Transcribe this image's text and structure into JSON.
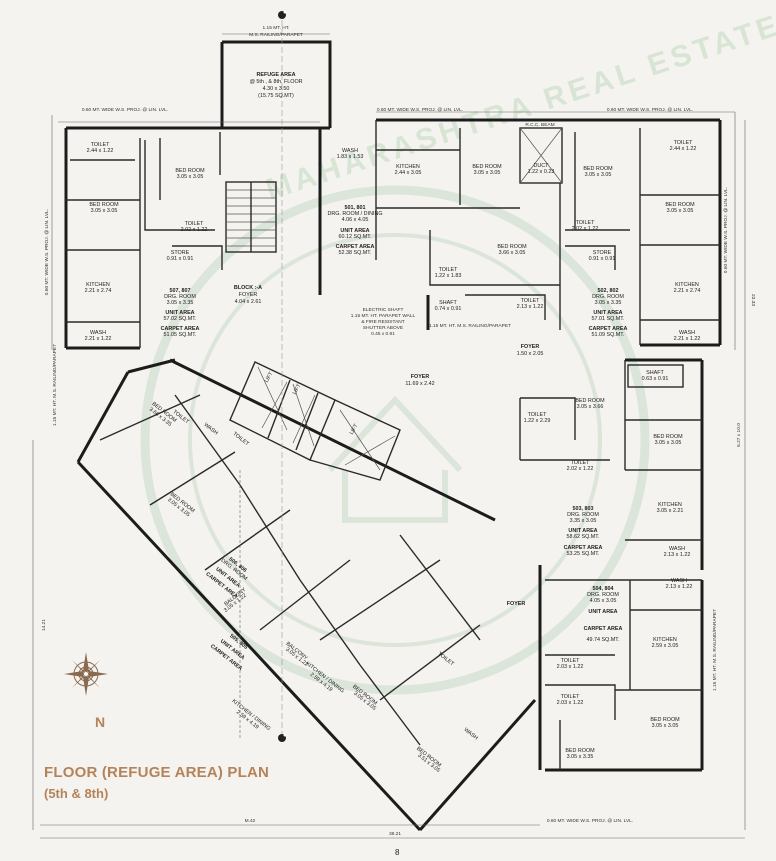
{
  "caption": {
    "title": "FLOOR (REFUGE AREA) PLAN",
    "subtitle": "(5th & 8th)"
  },
  "north_label": "N",
  "sheet_number": "8",
  "watermark": "MAHARASHTRA REAL ESTATE REGULATORY AUTHORITY",
  "colors": {
    "caption": "#b5835a",
    "walls": "#1c1c1c",
    "watermark": "#c8d9c6",
    "background": "#f4f3ef"
  },
  "annotations": {
    "top_railing": [
      "1.15 MT. HT.",
      "M.S. RAILING/PARAPET"
    ],
    "refuge_area": [
      "REFUGE AREA",
      "@ 5th , & 8th. FLOOR",
      "4.30 x 3.50",
      "(15.75 SQ.MT)"
    ],
    "proj_left": "0.60 MT. WIDE W.S. PROJ. @ LIN. LVL.",
    "proj_mid": "0.60 MT. WIDE W.S. PROJ. @ LIN. LVL.",
    "proj_right": "0.60 MT. WIDE W.S. PROJ. @ LIN. LVL.",
    "rcc_beam": "R.C.C. BEAM",
    "block_foyer": [
      "BLOCK :-A",
      "FOYER",
      "4.04 x 2.61"
    ],
    "electric_shaft": [
      "ELECTRIC SHAFT",
      "1.15 MT. HT. PARAPET WALL",
      "& FIRE RESISTANT",
      "SHUTTER ABOVE",
      "0.45 x 0.91"
    ],
    "railing_mid": "1.15 MT. HT. M.S. RAILING/PARAPET",
    "foyer_right": [
      "FOYER",
      "1.50 x 2.05"
    ],
    "foyer_center": [
      "FOYER",
      "11.69 x 2.42"
    ],
    "foyer_small": "FOYER",
    "dim_left": "14.21",
    "dim_bottom_1": "M.42",
    "dim_bottom_2": "38.21",
    "dim_right": "23.33",
    "dim_right_2": "6.27 x 10.0",
    "side_left_proj": "0.60 MT. WIDE W.S. PROJ. @ LIN. LVL.",
    "side_left_rail": "1.15 MT. HT. M.S. RAILING/PARAPET",
    "side_right_proj": "0.60 MT. WIDE W.S. PROJ. @ LIN. LVL.",
    "side_right_rail": "1.15 MT. HT. M.S. RAILING/PARAPET",
    "bottom_proj": "0.60 MT. WIDE W.S. PROJ. @ LIN. LVL."
  },
  "rooms": {
    "nw_toilet": [
      "TOILET",
      "2.44 x 1.22"
    ],
    "nw_bed1": [
      "BED ROOM",
      "3.05 x 3.05"
    ],
    "nw_bed2": [
      "BED ROOM",
      "3.05 x 3.05"
    ],
    "nw_toilet2": [
      "TOILET",
      "2.02 x 1.22"
    ],
    "nw_store": [
      "STORE",
      "0.91 x 0.91"
    ],
    "nw_kitchen": [
      "KITCHEN",
      "2.21 x 2.74"
    ],
    "nw_drg": [
      "507, 807",
      "DRG. ROOM",
      "3.05 x 3.35",
      "UNIT AREA",
      "57.02 SQ.MT.",
      "CARPET AREA",
      "51.05 SQ.MT."
    ],
    "nw_wash": [
      "WASH",
      "2.21 x 1.22"
    ],
    "nc_wash": [
      "WASH",
      "1.83 x 1.53"
    ],
    "nc_kitchen": [
      "KITCHEN",
      "2.44 x 3.05"
    ],
    "nc_bed1": [
      "BED ROOM",
      "3.05 x 3.05"
    ],
    "nc_drg": [
      "501, 801",
      "DRG. ROOM / DINING",
      "4.06 x 4.05"
    ],
    "nc_unit": [
      "UNIT AREA",
      "60.12 SQ.MT.",
      "CARPET AREA",
      "52.38 SQ.MT."
    ],
    "nc_bed2": [
      "BED ROOM",
      "3.66 x 3.05"
    ],
    "nc_toilet1": [
      "TOILET",
      "1.22 x 1.83"
    ],
    "nc_toilet2": [
      "TOILET",
      "2.13 x 1.22"
    ],
    "nc_duct": [
      "DUCT",
      "1.22 x 0.23"
    ],
    "nc_shaft": [
      "SHAFT",
      "0.74 x 0.91"
    ],
    "ne_toilet": [
      "TOILET",
      "2.44 x 1.22"
    ],
    "ne_bed1": [
      "BED ROOM",
      "3.05 x 3.05"
    ],
    "ne_bed2": [
      "BED ROOM",
      "3.05 x 3.05"
    ],
    "ne_toilet2": [
      "TOILET",
      "2.02 x 1.22"
    ],
    "ne_store": [
      "STORE",
      "0.91 x 0.91"
    ],
    "ne_kitchen": [
      "KITCHEN",
      "2.21 x 2.74"
    ],
    "ne_drg": [
      "502, 802",
      "DRG. ROOM",
      "3.05 x 3.35",
      "UNIT AREA",
      "57.01 SQ.MT.",
      "CARPET AREA",
      "51.09 SQ.MT."
    ],
    "ne_wash": [
      "WASH",
      "2.21 x 1.22"
    ],
    "e_shaft": [
      "SHAFT",
      "0.63 x 0.91"
    ],
    "e_bed1": [
      "BED ROOM",
      "3.05 x 3.66"
    ],
    "e_bed2": [
      "BED ROOM",
      "3.05 x 3.05"
    ],
    "e_toilet1": [
      "TOILET",
      "1.22 x 2.29"
    ],
    "e_toilet2": [
      "TOILET",
      "2.02 x 1.22"
    ],
    "e_kitchen": [
      "KITCHEN",
      "3.05 x 2.21"
    ],
    "e_drg": [
      "503, 803",
      "DRG. ROOM",
      "3.35 x 3.05",
      "UNIT AREA",
      "58.62 SQ.MT.",
      "CARPET AREA",
      "53.25 SQ.MT."
    ],
    "e_wash": [
      "WASH",
      "2.13 x 1.22"
    ],
    "se_drg": [
      "504, 804",
      "DRG. ROOM",
      "4.05 x 3.05",
      "UNIT AREA",
      "",
      "CARPET AREA",
      "49.74 SQ.MT."
    ],
    "se_wash": [
      "WASH",
      "2.13 x 1.22"
    ],
    "se_kitchen": [
      "KITCHEN",
      "2.59 x 3.05"
    ],
    "se_toilet1": [
      "TOILET",
      "2.03 x 1.22"
    ],
    "se_toilet2": [
      "TOILET",
      "2.03 x 1.22"
    ],
    "se_bed1": [
      "BED ROOM",
      "3.05 x 3.05"
    ],
    "se_bed2": [
      "BED ROOM",
      "3.05 x 3.35"
    ],
    "sw_bed1": [
      "BED ROOM",
      "3.66 x 3.35"
    ],
    "sw_bed2": [
      "BED ROOM",
      "3.05 x 3.05"
    ],
    "sw_drg1": [
      "506, 806",
      "DRG. ROOM",
      "UNIT AREA",
      "CARPET AREA"
    ],
    "sw_drg2": [
      "505, 805",
      "UNIT AREA",
      "CARPET AREA"
    ],
    "sw_balcony1": [
      "BALCONY",
      "3.05 x 1.22"
    ],
    "sw_balcony2": [
      "BALCONY",
      "3.05 x 1.22"
    ],
    "sw_kitchen": [
      "KITCHEN / DINING",
      "2.59 x 4.19"
    ],
    "sw_bed3": [
      "BED ROOM",
      "3.05 x 3.05"
    ],
    "sw_bed4": [
      "BED ROOM",
      "3.51 x 3.05"
    ],
    "sw_kitchen2": [
      "KITCHEN / DINING",
      "2.59 x 4.19"
    ],
    "lift1": [
      "LIFT",
      "(PASSENGER)"
    ],
    "lift2": [
      "LIFT",
      "(PASSENGER)"
    ],
    "lift3": [
      "LIFT",
      "(PASSENGER)"
    ],
    "sw_toilets": [
      "TOILET",
      "TOILET",
      "WASH",
      "TOILET",
      "WASH"
    ]
  }
}
